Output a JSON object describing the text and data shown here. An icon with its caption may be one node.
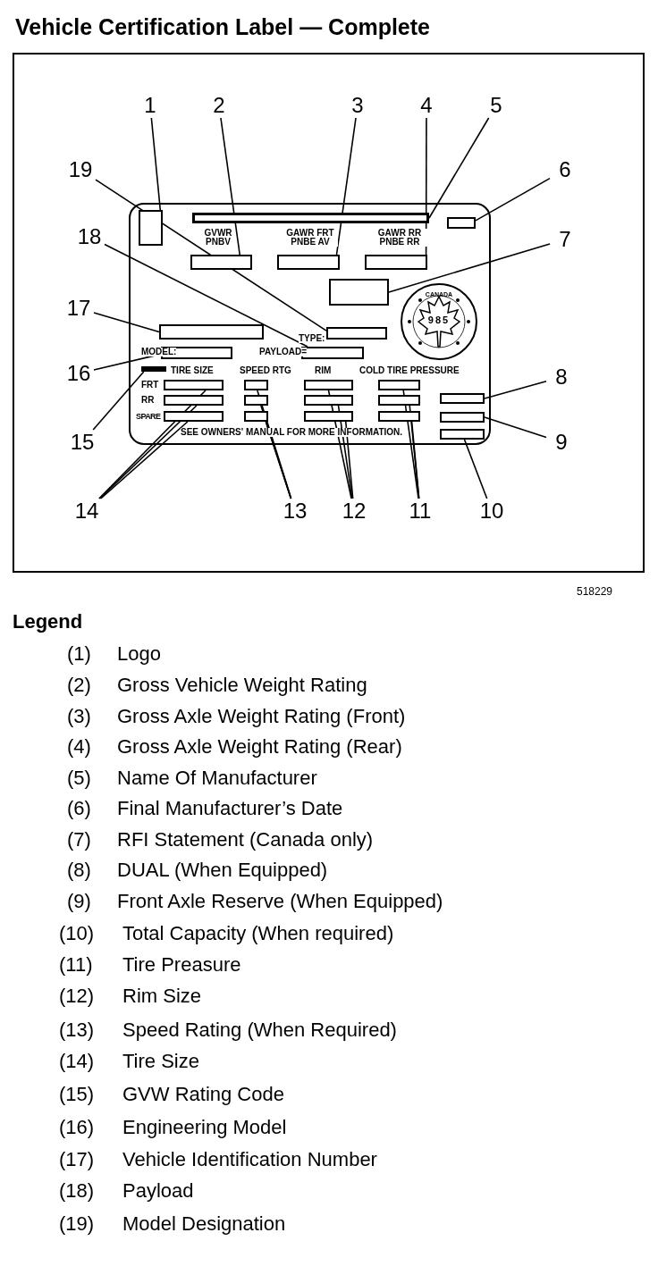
{
  "diagram": {
    "title": "Vehicle Certification Label — Complete",
    "nodes": [
      {
        "text": [
          "1"
        ]
      },
      {
        "text": [
          "2"
        ]
      },
      {
        "text": [
          "3"
        ]
      },
      {
        "text": [
          "4"
        ]
      },
      {
        "text": [
          "5"
        ]
      },
      {
        "text": [
          "6"
        ]
      },
      {
        "text": [
          "7"
        ]
      },
      {
        "text": [
          "8"
        ]
      },
      {
        "text": [
          "9"
        ]
      },
      {
        "text": [
          "10"
        ]
      },
      {
        "text": [
          "11"
        ]
      },
      {
        "text": [
          "12"
        ]
      },
      {
        "text": [
          "13"
        ]
      },
      {
        "text": [
          "14"
        ]
      },
      {
        "text": [
          "15"
        ]
      },
      {
        "text": [
          "16"
        ]
      },
      {
        "text": [
          "17"
        ]
      },
      {
        "text": [
          "18"
        ]
      },
      {
        "text": [
          "19"
        ]
      },
      {
        "text": [],
        "shape": "box"
      },
      {
        "text": [],
        "shape": "bar"
      },
      {
        "text": [],
        "shape": "box"
      },
      {
        "text": [],
        "shape": "box"
      },
      {
        "text": [],
        "shape": "box"
      },
      {
        "text": [],
        "shape": "box"
      },
      {
        "text": [],
        "shape": "box"
      },
      {
        "text": [],
        "shape": "box"
      },
      {
        "text": [],
        "shape": "box"
      },
      {
        "text": [],
        "shape": "box"
      },
      {
        "text": [],
        "shape": "box"
      },
      {
        "text": [],
        "shape": "bar"
      },
      {
        "text": [],
        "shape": "box"
      },
      {
        "text": [],
        "shape": "box"
      },
      {
        "text": [],
        "shape": "box"
      },
      {
        "text": [],
        "shape": "box"
      },
      {
        "text": [],
        "shape": "box"
      },
      {
        "text": [],
        "shape": "box"
      },
      {
        "text": [],
        "shape": "box"
      },
      {
        "text": [],
        "shape": "box"
      },
      {
        "text": [],
        "shape": "box"
      },
      {
        "text": [],
        "shape": "box"
      },
      {
        "text": [],
        "shape": "box"
      },
      {
        "text": [],
        "shape": "box"
      },
      {
        "text": [],
        "shape": "box"
      },
      {
        "text": [],
        "shape": "box"
      },
      {
        "text": [],
        "shape": "box"
      }
    ],
    "edges": [
      {
        "from": 0,
        "to": 19,
        "arrow": "none"
      },
      {
        "from": 1,
        "to": 22,
        "arrow": "none"
      },
      {
        "from": 2,
        "to": 23,
        "arrow": "none"
      },
      {
        "from": 3,
        "to": 24,
        "arrow": "none"
      },
      {
        "from": 4,
        "to": 20,
        "arrow": "none"
      },
      {
        "from": 5,
        "to": 21,
        "arrow": "none"
      },
      {
        "from": 6,
        "to": 25,
        "arrow": "none"
      },
      {
        "from": 7,
        "to": 43,
        "arrow": "none"
      },
      {
        "from": 8,
        "to": 44,
        "arrow": "none"
      },
      {
        "from": 9,
        "to": 45,
        "arrow": "none"
      },
      {
        "from": 10,
        "to": 40,
        "arrow": "none"
      },
      {
        "from": 10,
        "to": 41,
        "arrow": "none"
      },
      {
        "from": 10,
        "to": 42,
        "arrow": "none"
      },
      {
        "from": 11,
        "to": 37,
        "arrow": "none"
      },
      {
        "from": 11,
        "to": 38,
        "arrow": "none"
      },
      {
        "from": 11,
        "to": 39,
        "arrow": "none"
      },
      {
        "from": 12,
        "to": 34,
        "arrow": "none"
      },
      {
        "from": 12,
        "to": 35,
        "arrow": "none"
      },
      {
        "from": 12,
        "to": 36,
        "arrow": "none"
      },
      {
        "from": 13,
        "to": 31,
        "arrow": "none"
      },
      {
        "from": 13,
        "to": 32,
        "arrow": "none"
      },
      {
        "from": 13,
        "to": 33,
        "arrow": "none"
      },
      {
        "from": 14,
        "to": 30,
        "arrow": "none"
      },
      {
        "from": 15,
        "to": 28,
        "arrow": "none"
      },
      {
        "from": 16,
        "to": 26,
        "arrow": "none"
      },
      {
        "from": 17,
        "to": 29,
        "arrow": "none"
      },
      {
        "from": 18,
        "to": 27,
        "arrow": "none"
      }
    ],
    "labels": [
      "GVWR PNBV",
      "GAWR FRT PNBE AV",
      "GAWR RR PNBE RR",
      "CANADA",
      "985",
      "TYPE:",
      "MODEL:",
      "PAYLOAD=",
      "TIRE SIZE",
      "SPEED RTG",
      "RIM",
      "COLD TIRE PRESSURE",
      "FRT",
      "RR",
      "SPARE",
      "SEE OWNERS' MANUAL FOR MORE INFORMATION.",
      "518229",
      "Legend",
      "(1)",
      "Logo",
      "(2)",
      "Gross Vehicle Weight Rating",
      "(3)",
      "Gross Axle Weight Rating (Front)",
      "(4)",
      "Gross Axle Weight Rating (Rear)",
      "(5)",
      "Name Of Manufacturer",
      "(6)",
      "Final Manufacturer’s Date",
      "(7)",
      "RFI Statement (Canada only)",
      "(8)",
      "DUAL (When Equipped)",
      "(9)",
      "Front Axle Reserve (When Equipped)",
      "(10)",
      "Total Capacity (When required)",
      "(11)",
      "Tire Preasure",
      "(12)",
      "Rim Size",
      "(13)",
      "Speed Rating (When Required)",
      "(14)",
      "Tire Size",
      "(15)",
      "GVW Rating Code",
      "(16)",
      "Engineering Model",
      "(17)",
      "Vehicle Identification Number",
      "(18)",
      "Payload",
      "(19)",
      "Model Designation"
    ]
  }
}
